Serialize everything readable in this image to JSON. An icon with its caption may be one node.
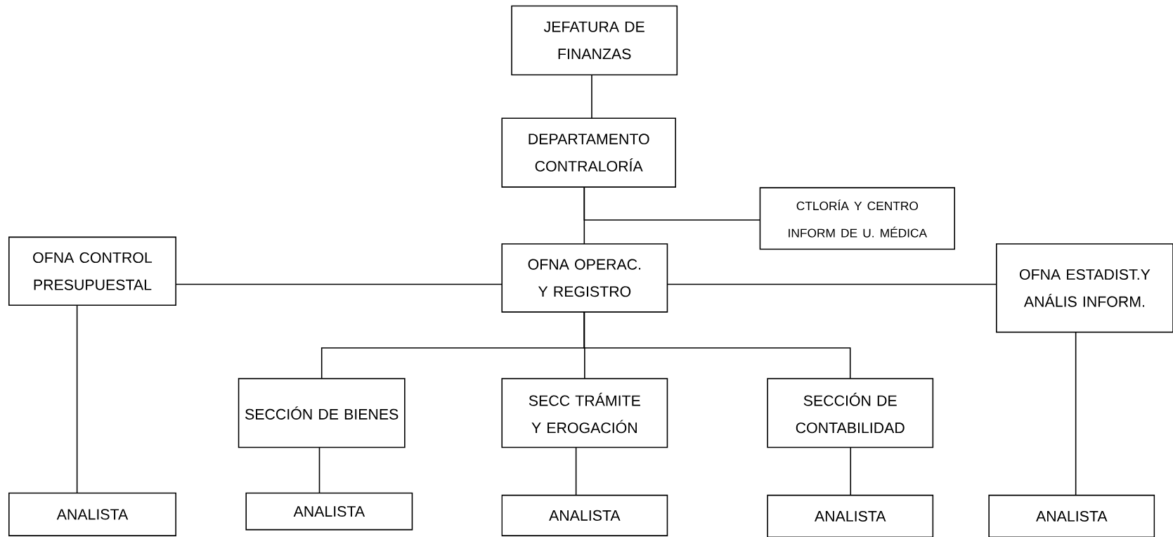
{
  "diagram": {
    "nodes": [
      {
        "text": [
          "JEFATURA DE FINANZAS"
        ]
      },
      {
        "text": [
          "DEPARTAMENTO CONTRALORÍA"
        ]
      },
      {
        "text": [
          "CTLORÍA Y CENTRO INFORM DE U. MÉDICA"
        ]
      },
      {
        "text": [
          "OFNA CONTROL PRESUPUESTAL"
        ]
      },
      {
        "text": [
          "OFNA OPERAC. Y REGISTRO"
        ]
      },
      {
        "text": [
          "OFNA ESTADIST.Y ANÁLIS INFORM."
        ]
      },
      {
        "text": [
          "SECCIÓN DE BIENES"
        ]
      },
      {
        "text": [
          "SECC TRÁMITE Y EROGACIÓN"
        ]
      },
      {
        "text": [
          "SECCIÓN DE CONTABILIDAD"
        ]
      },
      {
        "text": [
          "ANALISTA"
        ]
      },
      {
        "text": [
          "ANALISTA"
        ]
      },
      {
        "text": [
          "ANALISTA"
        ]
      },
      {
        "text": [
          "ANALISTA"
        ]
      },
      {
        "text": [
          "ANALISTA"
        ]
      }
    ],
    "edges": [
      {
        "from": 0,
        "to": 1,
        "arrow": "none"
      },
      {
        "from": 1,
        "to": 4,
        "arrow": "none"
      },
      {
        "from": 1,
        "to": 2,
        "arrow": "none"
      },
      {
        "from": 3,
        "to": 4,
        "arrow": "none"
      },
      {
        "from": 4,
        "to": 5,
        "arrow": "none"
      },
      {
        "from": 4,
        "to": 6,
        "arrow": "none"
      },
      {
        "from": 4,
        "to": 7,
        "arrow": "none"
      },
      {
        "from": 4,
        "to": 8,
        "arrow": "none"
      },
      {
        "from": 3,
        "to": 9,
        "arrow": "none"
      },
      {
        "from": 6,
        "to": 10,
        "arrow": "none"
      },
      {
        "from": 7,
        "to": 11,
        "arrow": "none"
      },
      {
        "from": 8,
        "to": 12,
        "arrow": "none"
      },
      {
        "from": 5,
        "to": 13,
        "arrow": "none"
      }
    ]
  }
}
